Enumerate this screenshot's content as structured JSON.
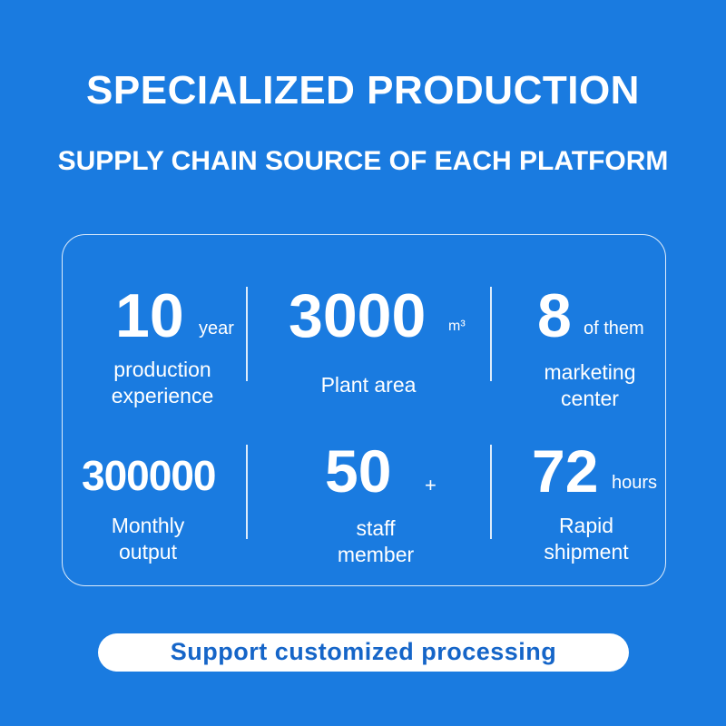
{
  "header": {
    "title": "SPECIALIZED PRODUCTION",
    "subtitle": "SUPPLY CHAIN SOURCE OF EACH PLATFORM"
  },
  "stats": [
    {
      "value": "10",
      "unit": "year",
      "label_line1": "production",
      "label_line2": "experience"
    },
    {
      "value": "3000",
      "unit": "m³",
      "label_line1": "Plant area",
      "label_line2": ""
    },
    {
      "value": "8",
      "unit": "of them",
      "label_line1": "marketing",
      "label_line2": "center"
    },
    {
      "value": "300000",
      "unit": "",
      "label_line1": "Monthly",
      "label_line2": "output"
    },
    {
      "value": "50",
      "unit": "+",
      "label_line1": "staff",
      "label_line2": "member"
    },
    {
      "value": "72",
      "unit": "hours",
      "label_line1": "Rapid",
      "label_line2": "shipment"
    }
  ],
  "footer": {
    "button_label": "Support customized processing"
  },
  "colors": {
    "background": "#1a7be0",
    "text": "#ffffff",
    "button_text": "#1565c8"
  }
}
